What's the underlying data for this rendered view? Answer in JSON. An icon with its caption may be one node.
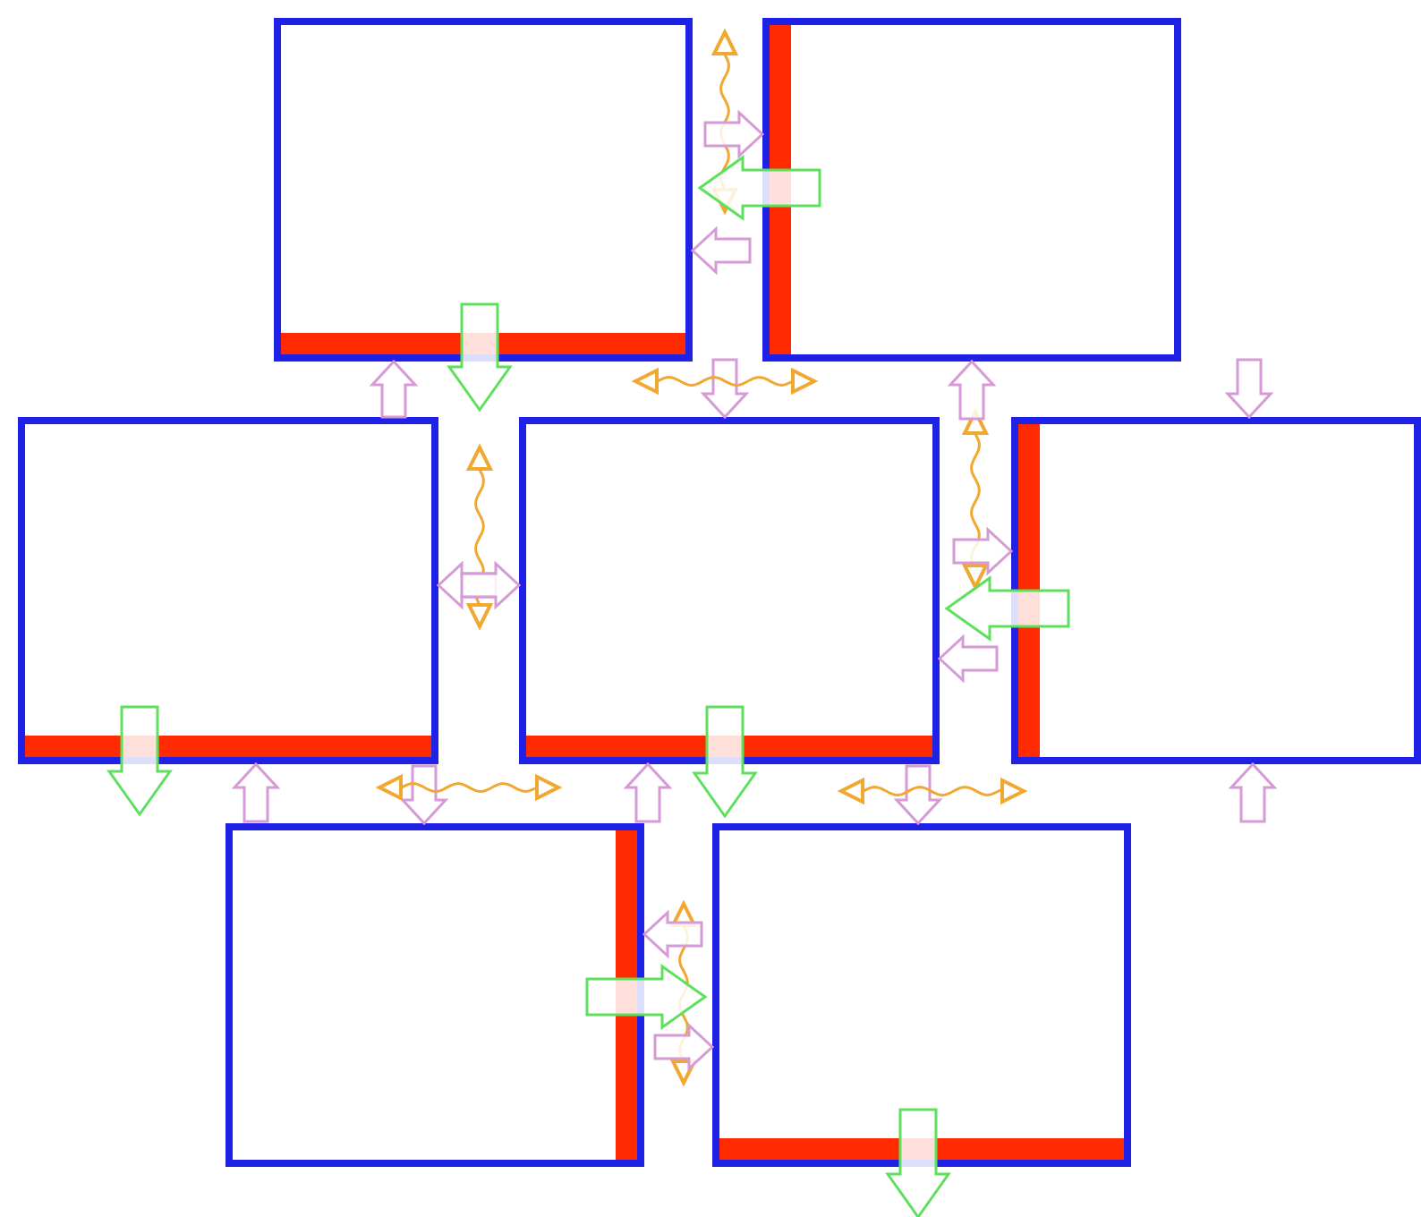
{
  "diagram": {
    "nodes": [
      {
        "text": [],
        "shape": "box"
      },
      {
        "text": [],
        "shape": "box"
      },
      {
        "text": [],
        "shape": "box"
      },
      {
        "text": [],
        "shape": "box"
      },
      {
        "text": [],
        "shape": "box"
      },
      {
        "text": [],
        "shape": "box"
      },
      {
        "text": [],
        "shape": "box"
      }
    ],
    "edges": [
      {
        "from": null,
        "to": 1,
        "arrow": "to"
      },
      {
        "from": null,
        "to": 0,
        "arrow": "to"
      },
      {
        "from": 2,
        "to": 0,
        "arrow": "to"
      },
      {
        "from": null,
        "to": 3,
        "arrow": "to"
      },
      {
        "from": null,
        "to": 1,
        "arrow": "to"
      },
      {
        "from": null,
        "to": 2,
        "arrow": "to"
      },
      {
        "from": null,
        "to": 3,
        "arrow": "to"
      },
      {
        "from": null,
        "to": 4,
        "arrow": "to"
      },
      {
        "from": null,
        "to": 3,
        "arrow": "to"
      },
      {
        "from": null,
        "to": 2,
        "arrow": "to"
      },
      {
        "from": null,
        "to": 3,
        "arrow": "to"
      },
      {
        "from": null,
        "to": 4,
        "arrow": "to"
      },
      {
        "from": null,
        "to": 4,
        "arrow": "to"
      },
      {
        "from": null,
        "to": 5,
        "arrow": "to"
      },
      {
        "from": null,
        "to": 6,
        "arrow": "to"
      },
      {
        "from": null,
        "to": 5,
        "arrow": "to"
      },
      {
        "from": null,
        "to": 6,
        "arrow": "to"
      },
      {
        "from": 0,
        "to": 3,
        "arrow": "to",
        "color": "#5ee05e"
      },
      {
        "from": 1,
        "to": 0,
        "arrow": "to",
        "color": "#5ee05e"
      },
      {
        "from": 2,
        "to": null,
        "arrow": "to",
        "color": "#5ee05e"
      },
      {
        "from": 3,
        "to": 6,
        "arrow": "to",
        "color": "#5ee05e"
      },
      {
        "from": 4,
        "to": 3,
        "arrow": "to",
        "color": "#5ee05e"
      },
      {
        "from": 5,
        "to": 6,
        "arrow": "to",
        "color": "#5ee05e"
      },
      {
        "from": 6,
        "to": null,
        "arrow": "to",
        "color": "#5ee05e"
      },
      {
        "from": 2,
        "to": 3,
        "arrow": "both",
        "color": "#f0a830"
      },
      {
        "from": 0,
        "to": 1,
        "arrow": "both",
        "color": "#f0a830"
      },
      {
        "from": 3,
        "to": 4,
        "arrow": "both",
        "color": "#f0a830"
      }
    ]
  }
}
